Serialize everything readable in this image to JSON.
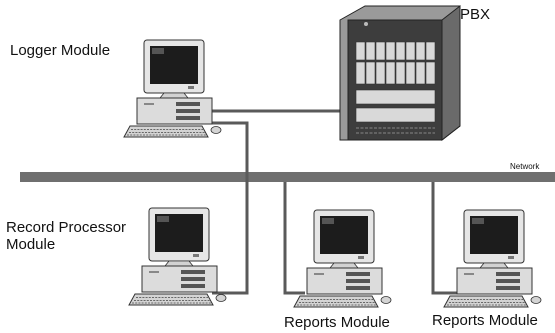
{
  "labels": {
    "logger": "Logger Module",
    "pbx": "PBX",
    "network": "Network",
    "record_processor_line1": "Record Processor",
    "record_processor_line2": "Module",
    "reports_1": "Reports Module",
    "reports_2": "Reports Module"
  },
  "colors": {
    "line": "#5a5a5a",
    "network_bar": "#6f6f6f",
    "monitor_body": "#e6e6e6",
    "screen": "#1c1c1c",
    "pbx_body": "#3d3d3d",
    "pbx_panel": "#d9d9d9"
  },
  "icons": [
    "desktop-computer-icon",
    "pbx-cabinet-icon",
    "keyboard-icon",
    "mouse-icon"
  ]
}
